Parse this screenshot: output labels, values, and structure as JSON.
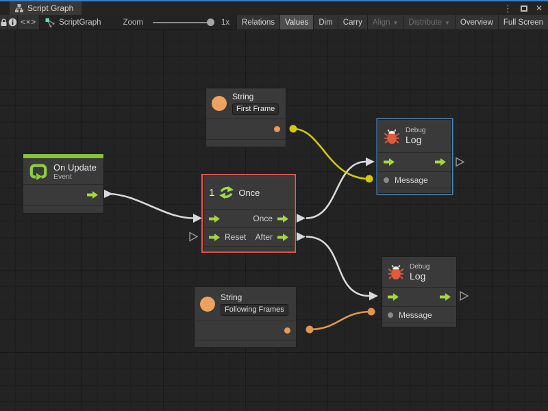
{
  "window": {
    "title": "Script Graph",
    "controls": {
      "menu_icon": "⋮",
      "close_icon": "✕"
    }
  },
  "toolbar": {
    "code_icon_glyph": "<×>",
    "graph_name": "ScriptGraph",
    "zoom_label": "Zoom",
    "zoom_value": "1x",
    "dropdown_glyph": "▼",
    "buttons": [
      {
        "label": "Relations",
        "active": false
      },
      {
        "label": "Values",
        "active": true
      },
      {
        "label": "Dim",
        "active": false
      },
      {
        "label": "Carry",
        "active": false
      },
      {
        "label": "Align",
        "active": false,
        "disabled": true,
        "dropdown": true
      },
      {
        "label": "Distribute",
        "active": false,
        "disabled": true,
        "dropdown": true
      },
      {
        "label": "Overview",
        "active": false
      },
      {
        "label": "Full Screen",
        "active": false
      }
    ]
  },
  "nodes": {
    "string_first": {
      "title": "String",
      "value": "First Frame"
    },
    "on_update": {
      "title": "On Update",
      "subtitle": "Event"
    },
    "once": {
      "icon_number": "1",
      "title": "Once",
      "out_once": "Once",
      "out_after": "After",
      "in_reset": "Reset",
      "selected": true
    },
    "debug_top": {
      "category": "Debug",
      "title": "Log",
      "message_label": "Message",
      "selected": true
    },
    "debug_bottom": {
      "category": "Debug",
      "title": "Log",
      "message_label": "Message"
    },
    "string_following": {
      "title": "String",
      "value": "Following Frames"
    }
  },
  "connections": [
    {
      "from": "on_update.out",
      "to": "once.in",
      "color": "#d9d9d9"
    },
    {
      "from": "once.out_once",
      "to": "debug_top.in",
      "color": "#d9d9d9"
    },
    {
      "from": "once.out_after",
      "to": "debug_bottom.in",
      "color": "#d9d9d9"
    },
    {
      "from": "string_first.out",
      "to": "debug_top.message",
      "color": "#d4c803"
    },
    {
      "from": "string_following.out",
      "to": "debug_bottom.message",
      "color": "#df964f"
    }
  ],
  "colors": {
    "accent_green": "#a2d939",
    "event_green": "#86c33a",
    "node_bg": "#3a3a3a",
    "canvas_bg": "#232323",
    "selection_red": "#e8544b",
    "selection_blue": "#4d86b8",
    "wire_yellow": "#d4c803",
    "wire_orange": "#df964f",
    "string_orange": "#eea260",
    "bug_orange": "#e2593b",
    "tab_accent_blue": "#3d7dbd"
  }
}
